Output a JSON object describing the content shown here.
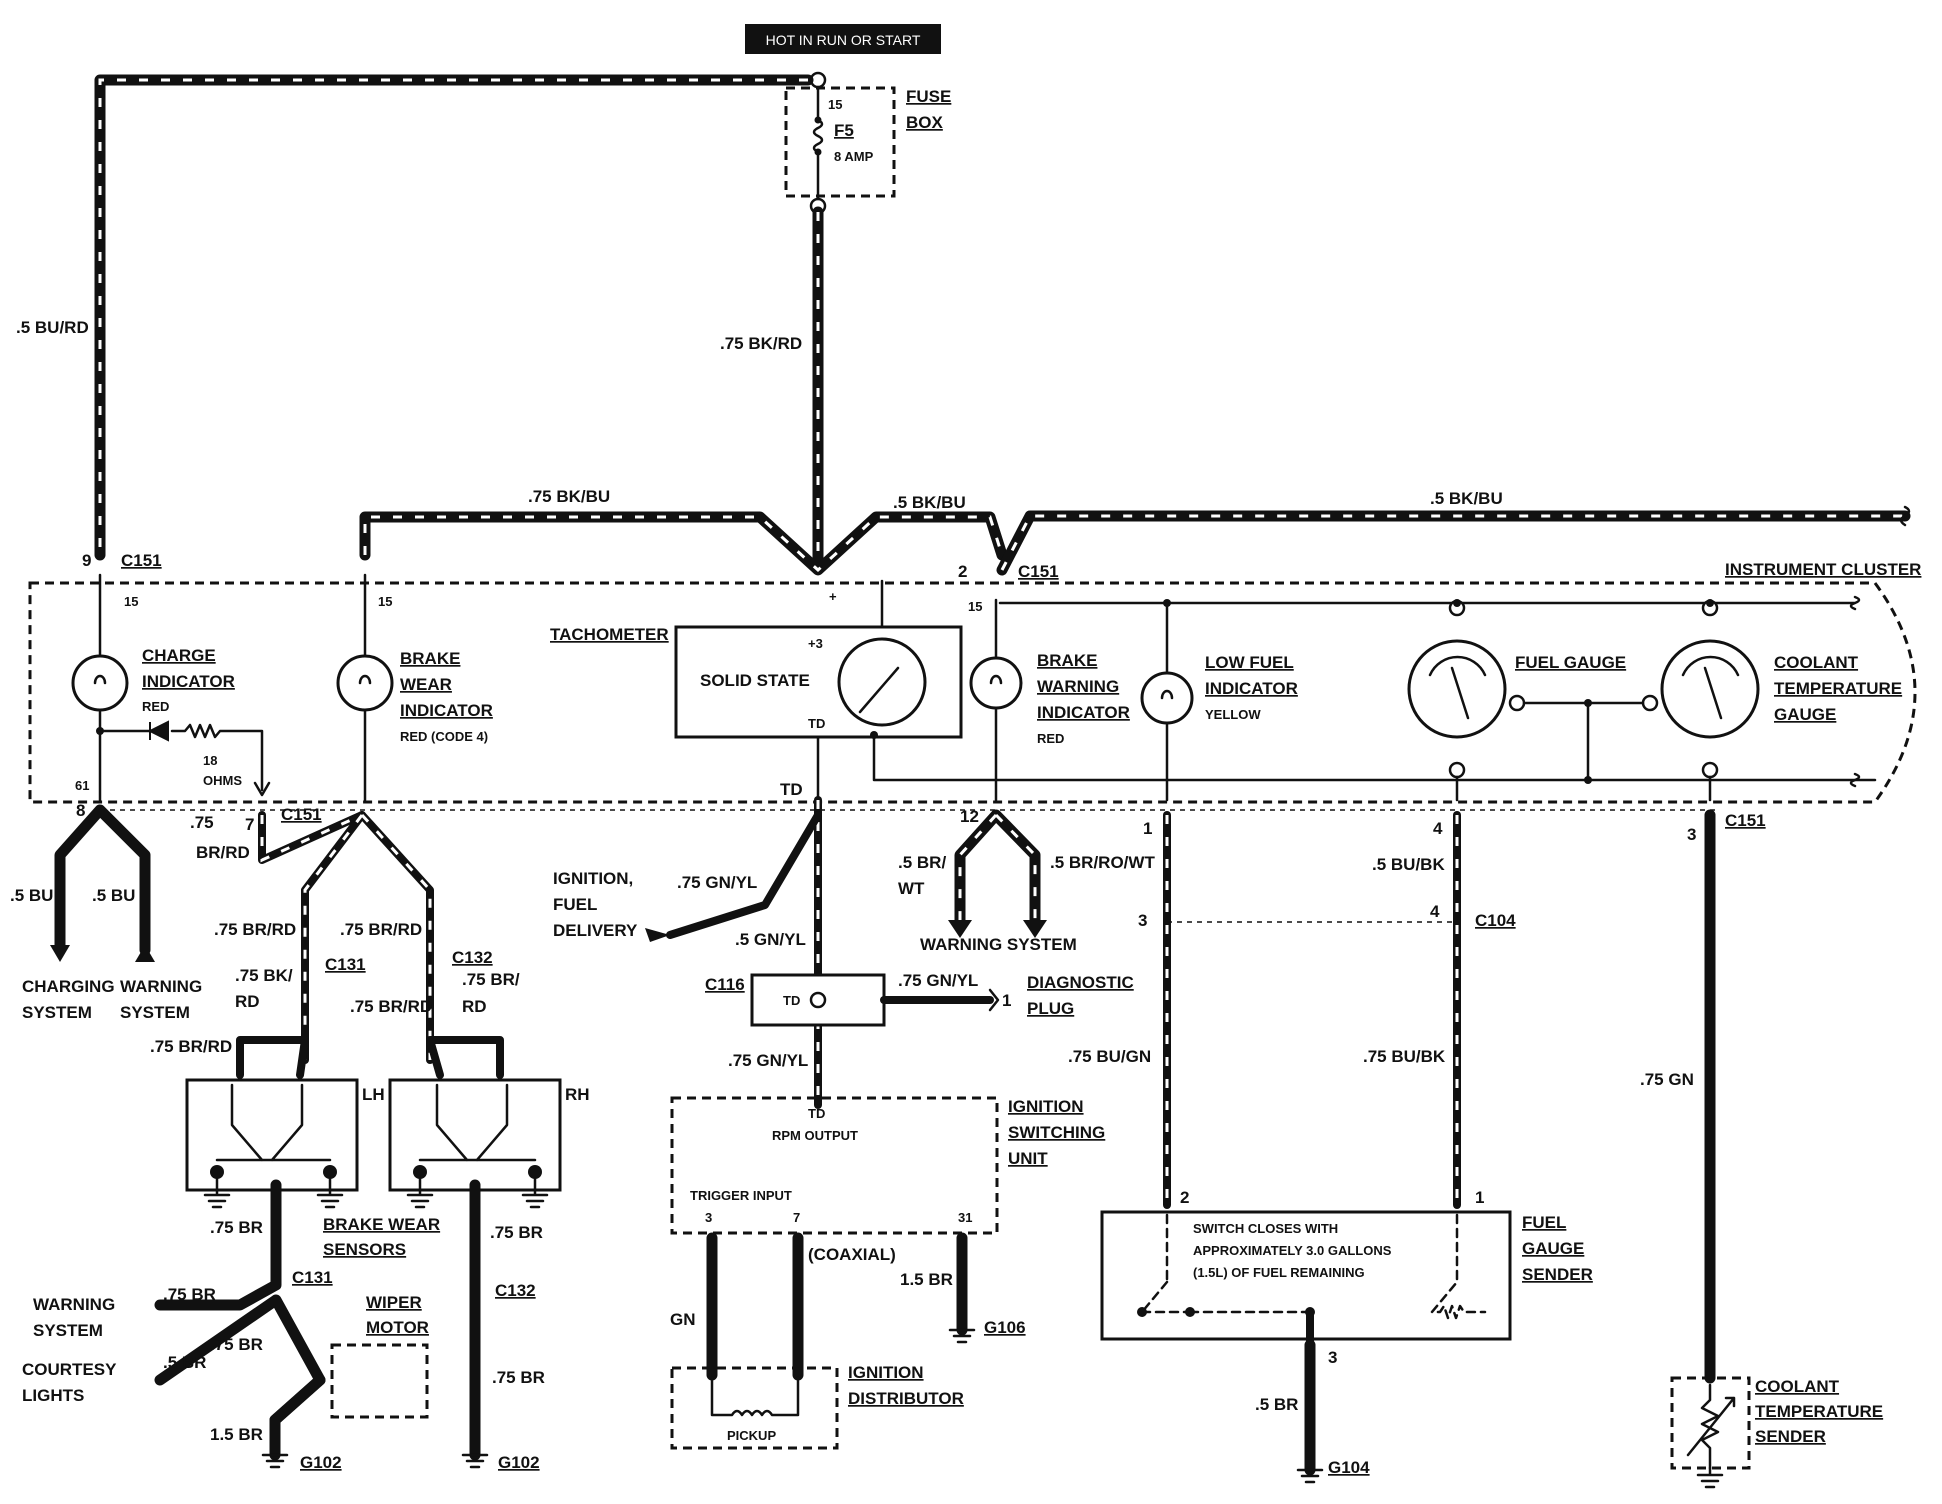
{
  "header": {
    "hot_label": "HOT IN RUN OR START"
  },
  "fuse": {
    "pin_in": "15",
    "name": "F5",
    "rating": "8 AMP",
    "label_l1": "FUSE",
    "label_l2": "BOX"
  },
  "cluster_label": "INSTRUMENT CLUSTER",
  "wires": {
    "w1": ".5 BU/RD",
    "w2": ".75 BK/RD",
    "w3": ".75 BK/BU",
    "w4": ".5 BK/BU",
    "w5": ".5 BK/BU",
    "w6": ".75",
    "w7": "BR/RD",
    "w8": ".5 BU",
    "w9": ".5 BU",
    "w10": ".75 BR/RD",
    "w11": ".75 BK/",
    "w12": "RD",
    "w13": ".75 BR/RD",
    "w14": ".75 BR/RD",
    "w15": ".75 BR/RD",
    "w16": ".75 BR/",
    "w17": "RD",
    "w18": ".75 BR",
    "w19": ".75 BR",
    "w20": ".75 BR",
    "w21": ".5 BR",
    "w22": "1.5 BR",
    "w23": ".75 BR",
    "w24": ".75 BR",
    "w25": ".75 GN/YL",
    "w26": ".5 GN/YL",
    "w27": ".75 GN/YL",
    "w28": ".75 GN/YL",
    "w29": "GN",
    "w30": "1.5 BR",
    "w31": ".5 BR/",
    "w32": "WT",
    "w33": ".5 BR/RO/WT",
    "w34": ".5 BU/BK",
    "w35": ".75 BU/GN",
    "w36": ".75 BU/BK",
    "w37": ".5 BR",
    "w38": ".75 GN"
  },
  "connectors": {
    "c151": "C151",
    "c131": "C131",
    "c132": "C132",
    "c116": "C116",
    "c104": "C104"
  },
  "grounds": {
    "g102": "G102",
    "g106": "G106",
    "g104": "G104"
  },
  "pins": {
    "p9": "9",
    "p15a": "15",
    "p15b": "15",
    "p61": "61",
    "p8": "8",
    "p7": "7",
    "p2": "2",
    "p15c": "15",
    "p12": "12",
    "p1": "1",
    "p3": "3",
    "p4": "4",
    "p4b": "4",
    "p3b": "3",
    "p1b": "1",
    "p2b": "2",
    "p1c": "1",
    "p3c": "3",
    "p3d": "3",
    "p7d": "7",
    "p31": "31",
    "plus3": "+3",
    "plus": "+"
  },
  "components": {
    "charge": {
      "l1": "CHARGE",
      "l2": "INDICATOR",
      "color": "RED"
    },
    "resistor": {
      "l1": "18",
      "l2": "OHMS"
    },
    "brake_wear": {
      "l1": "BRAKE",
      "l2": "WEAR",
      "l3": "INDICATOR",
      "color": "RED (CODE 4)"
    },
    "tach": {
      "label": "TACHOMETER",
      "inner": "SOLID STATE",
      "td": "TD",
      "td2": "TD"
    },
    "brake_warn": {
      "l1": "BRAKE",
      "l2": "WARNING",
      "l3": "INDICATOR",
      "color": "RED"
    },
    "low_fuel": {
      "l1": "LOW FUEL",
      "l2": "INDICATOR",
      "color": "YELLOW"
    },
    "fuel_gauge": {
      "l1": "FUEL GAUGE"
    },
    "coolant_gauge": {
      "l1": "COOLANT",
      "l2": "TEMPERATURE",
      "l3": "GAUGE"
    },
    "charging_sys": {
      "l1": "CHARGING",
      "l2": "SYSTEM"
    },
    "warning_sys_a": {
      "l1": "WARNING",
      "l2": "SYSTEM"
    },
    "ignition_fuel": {
      "l1": "IGNITION,",
      "l2": "FUEL",
      "l3": "DELIVERY"
    },
    "warning_sys_b": {
      "l1": "WARNING SYSTEM"
    },
    "diag_plug": {
      "l1": "DIAGNOSTIC",
      "l2": "PLUG",
      "pin": "1",
      "td": "TD"
    },
    "lh": "LH",
    "rh": "RH",
    "bw_sensors": {
      "l1": "BRAKE WEAR",
      "l2": "SENSORS"
    },
    "warning_in": {
      "l1": "WARNING",
      "l2": "SYSTEM"
    },
    "courtesy": {
      "l1": "COURTESY",
      "l2": "LIGHTS"
    },
    "wiper": {
      "l1": "WIPER",
      "l2": "MOTOR"
    },
    "isu": {
      "td": "TD",
      "rpm": "RPM OUTPUT",
      "trigger": "TRIGGER INPUT",
      "l1": "IGNITION",
      "l2": "SWITCHING",
      "l3": "UNIT"
    },
    "coaxial": "(COAXIAL)",
    "distributor": {
      "pickup": "PICKUP",
      "l1": "IGNITION",
      "l2": "DISTRIBUTOR"
    },
    "fuel_sender": {
      "t1": "SWITCH CLOSES WITH",
      "t2": "APPROXIMATELY 3.0 GALLONS",
      "t3": "(1.5L) OF FUEL REMAINING",
      "l1": "FUEL",
      "l2": "GAUGE",
      "l3": "SENDER"
    },
    "coolant_sender": {
      "l1": "COOLANT",
      "l2": "TEMPERATURE",
      "l3": "SENDER"
    }
  }
}
